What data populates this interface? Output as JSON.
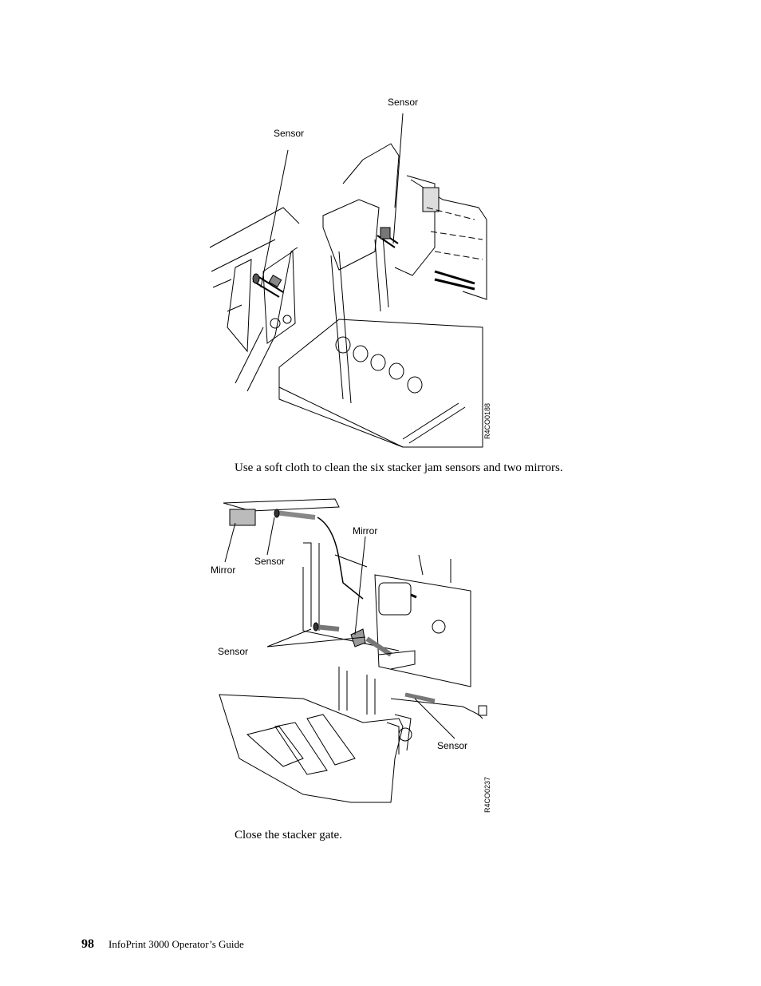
{
  "figure1": {
    "labels": [
      "Sensor",
      "Sensor"
    ],
    "code": "R4CO0188"
  },
  "text1": "Use a soft cloth to clean the six stacker jam sensors and two mirrors.",
  "figure2": {
    "labels": [
      "Mirror",
      "Sensor",
      "Mirror",
      "Sensor",
      "Sensor"
    ],
    "code": "R4CO0237"
  },
  "text2": "Close the stacker gate.",
  "footer": {
    "page_number": "98",
    "title": "InfoPrint 3000 Operator’s Guide"
  }
}
